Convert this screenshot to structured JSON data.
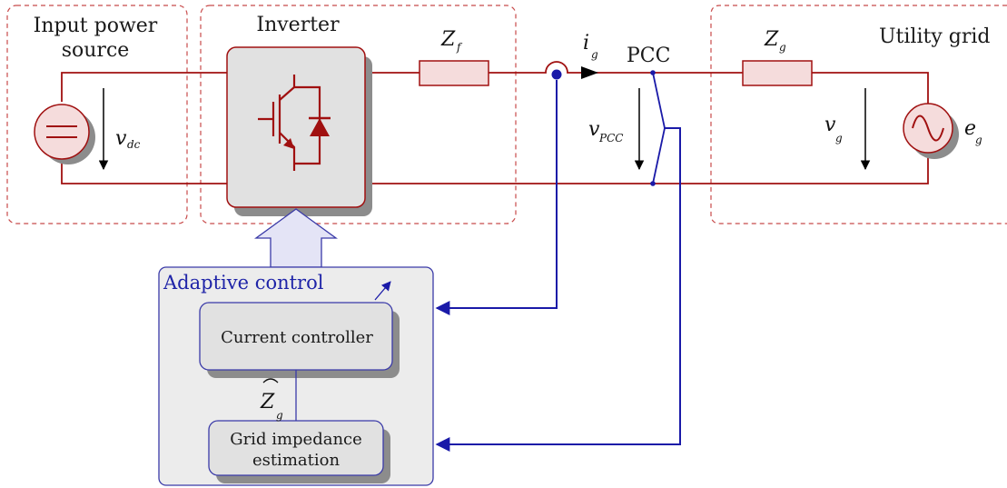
{
  "sections": {
    "input_power_source": [
      "Input power",
      "source"
    ],
    "inverter": "Inverter",
    "utility_grid": "Utility grid"
  },
  "labels": {
    "pcc": "PCC",
    "adaptive_control": "Adaptive control",
    "current_controller": "Current controller",
    "grid_impedance_estimation": [
      "Grid impedance",
      "estimation"
    ]
  },
  "symbols": {
    "zf": {
      "main": "Z",
      "sub": "f"
    },
    "zg": {
      "main": "Z",
      "sub": "g"
    },
    "ig": {
      "main": "i",
      "sub": "g"
    },
    "vdc": {
      "main": "v",
      "sub": "dc"
    },
    "vpcc": {
      "main": "v",
      "sub": "PCC"
    },
    "vg": {
      "main": "v",
      "sub": "g"
    },
    "eg": {
      "main": "e",
      "sub": "g"
    },
    "zg_hat": {
      "main": "Z",
      "sub": "g"
    }
  },
  "colors": {
    "power": "#a01010",
    "power_fill": "#f5dcdc",
    "dashed_frame": "#c84a4a",
    "signal": "#1a1aa8",
    "control_border": "#3a3aa8",
    "control_fill": "#ececec",
    "box_fill": "#e1e1e1",
    "shadow": "#8c8c8c",
    "text": "#111111"
  },
  "icons": {
    "dc_source": "dc-source-icon",
    "ac_source": "ac-source-icon",
    "igbt": "igbt-icon",
    "diode": "diode-icon"
  }
}
